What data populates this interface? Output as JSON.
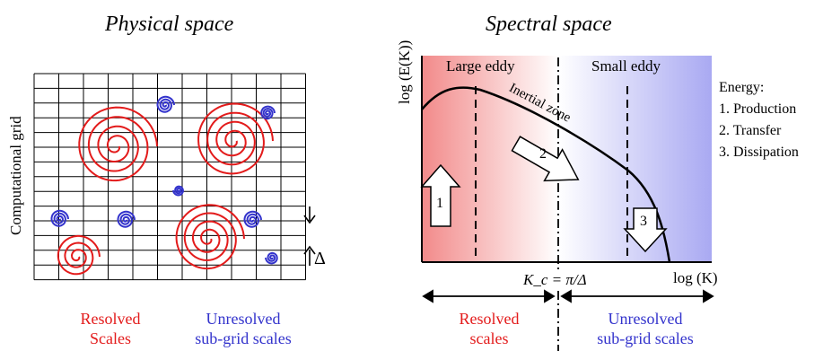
{
  "physical": {
    "title": "Physical space",
    "grid_label": "Computational grid",
    "delta": "Δ",
    "resolved_caption": [
      "Resolved",
      "Scales"
    ],
    "unresolved_caption": [
      "Unresolved",
      "sub-grid scales"
    ]
  },
  "spectral": {
    "title": "Spectral space",
    "ylabel": "log (E(K))",
    "xlabel": "log (K)",
    "cutoff_label": "K_c = π/Δ",
    "large_eddy": "Large eddy",
    "small_eddy": "Small eddy",
    "inertial_zone": "Inertial zone",
    "resolved_caption": [
      "Resolved",
      "scales"
    ],
    "unresolved_caption": [
      "Unresolved",
      "sub-grid scales"
    ],
    "arrows": [
      "1",
      "2",
      "3"
    ]
  },
  "energy_legend": {
    "title": "Energy:",
    "items": [
      "1. Production",
      "2. Transfer",
      "3. Dissipation"
    ]
  },
  "colors": {
    "resolved": "#e31b1b",
    "unresolved": "#3333cc"
  }
}
